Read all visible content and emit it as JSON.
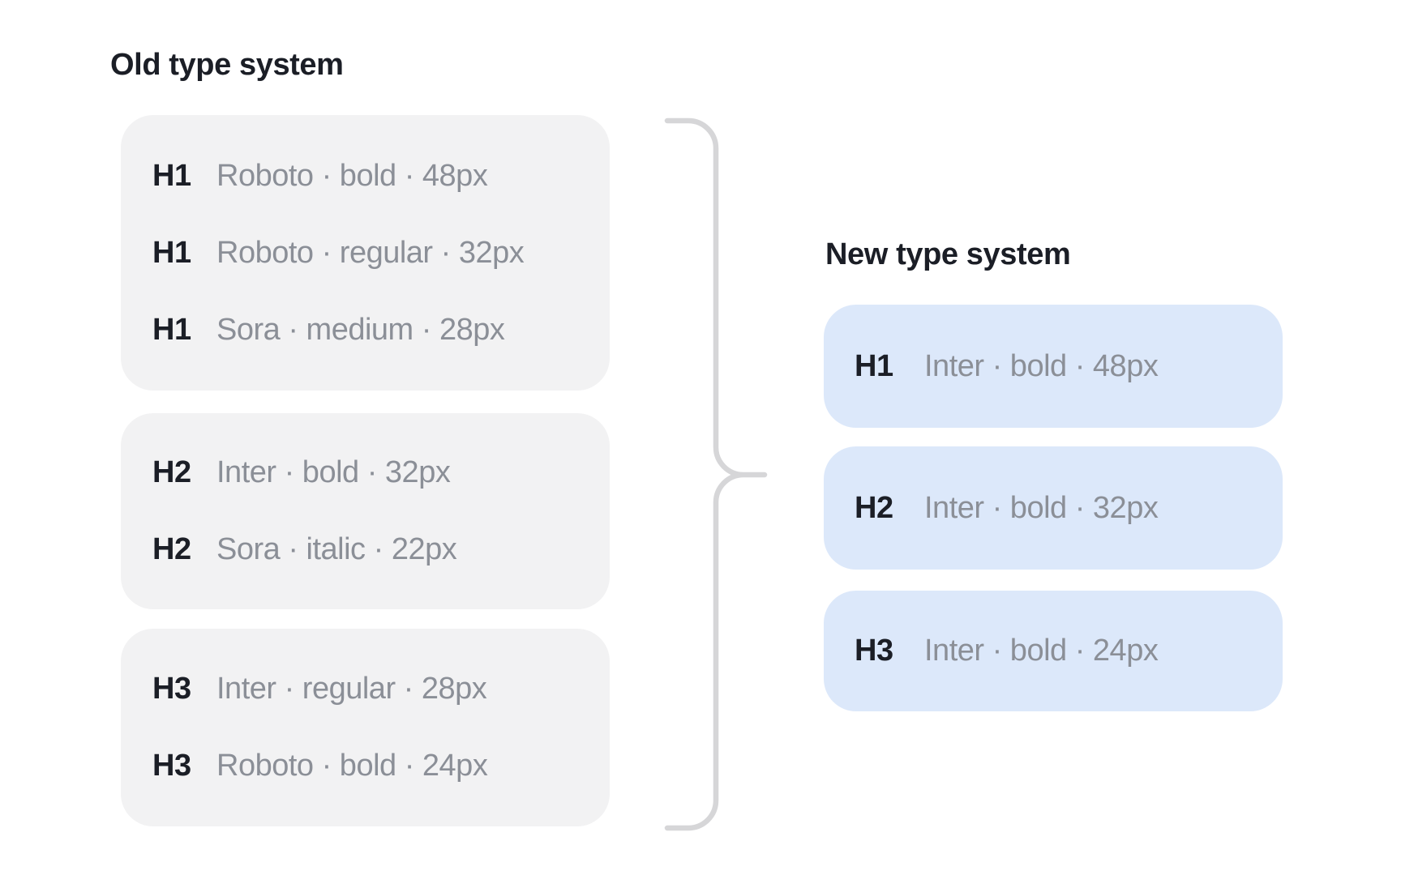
{
  "page": {
    "background": "#ffffff"
  },
  "old_system": {
    "title": "Old type system",
    "panel_bg": "#f2f2f3",
    "groups": [
      {
        "rows": [
          {
            "tag": "H1",
            "desc": "Roboto · bold · 48px"
          },
          {
            "tag": "H1",
            "desc": "Roboto · regular · 32px"
          },
          {
            "tag": "H1",
            "desc": "Sora · medium · 28px"
          }
        ]
      },
      {
        "rows": [
          {
            "tag": "H2",
            "desc": "Inter · bold · 32px"
          },
          {
            "tag": "H2",
            "desc": "Sora · italic · 22px"
          }
        ]
      },
      {
        "rows": [
          {
            "tag": "H3",
            "desc": "Inter · regular · 28px"
          },
          {
            "tag": "H3",
            "desc": "Roboto · bold · 24px"
          }
        ]
      }
    ]
  },
  "new_system": {
    "title": "New type system",
    "panel_bg": "#dce8fa",
    "rows": [
      {
        "tag": "H1",
        "desc": "Inter · bold · 48px"
      },
      {
        "tag": "H2",
        "desc": "Inter · bold · 32px"
      },
      {
        "tag": "H3",
        "desc": "Inter · bold · 24px"
      }
    ]
  },
  "colors": {
    "heading_text": "#1b1e26",
    "tag_text": "#1b1e26",
    "desc_text": "#8b8f97",
    "old_panel": "#f2f2f3",
    "new_panel": "#dce8fa",
    "brace": "#d6d6d8"
  }
}
